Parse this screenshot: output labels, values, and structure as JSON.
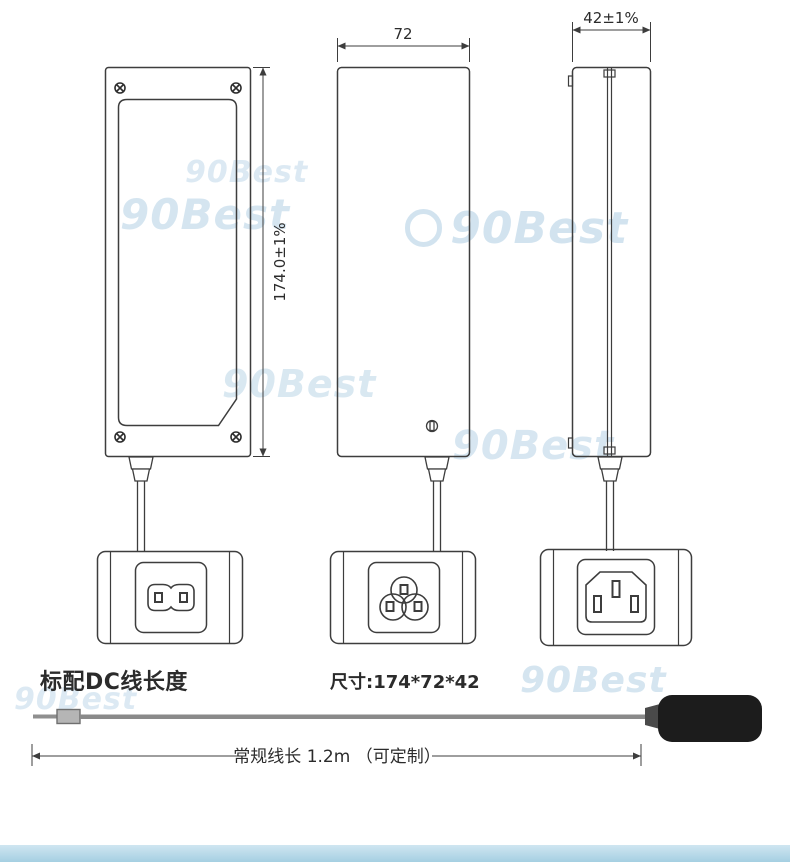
{
  "watermark": {
    "text": "90Best",
    "color": "#9cc3dd"
  },
  "dimensions": {
    "height": "174.0±1%",
    "width": "72",
    "depth": "42±1%"
  },
  "captions": {
    "dc_cable_title": "标配DC线长度",
    "size": "尺寸:174*72*42",
    "cable_length": "常规线长 1.2m （可定制）"
  },
  "colors": {
    "line": "#3d3d3d",
    "bottom_bar": "#a5cfe2",
    "plug_body": "#1c1c1c"
  },
  "views": {
    "front_labeled": "front view with label recess",
    "front_plain": "front view",
    "side": "side view",
    "inlet_c8": "AC inlet C8 view",
    "inlet_c6": "AC inlet C6 view",
    "inlet_c14": "AC inlet C14 view"
  }
}
